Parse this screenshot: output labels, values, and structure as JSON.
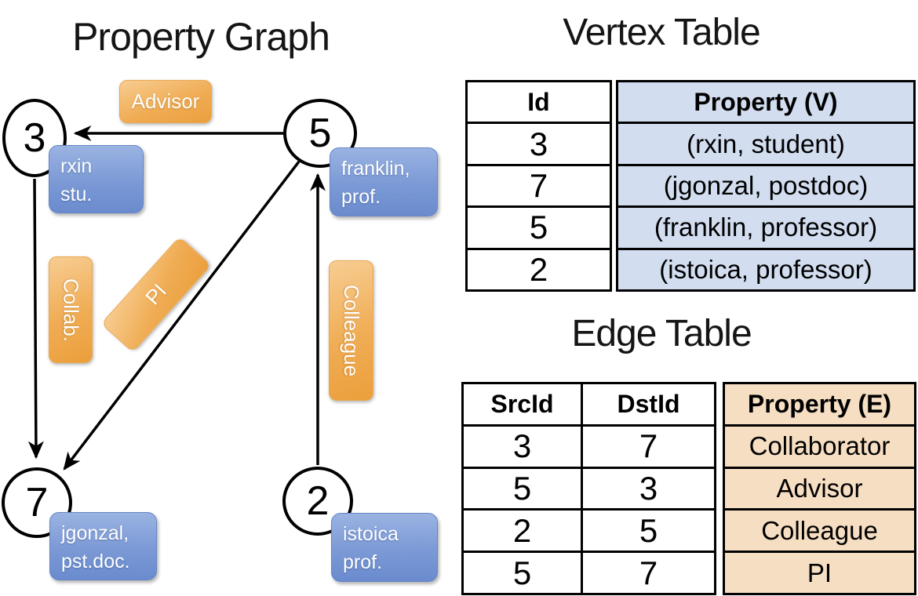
{
  "titles": {
    "graph": "Property Graph",
    "vertex_table": "Vertex Table",
    "edge_table": "Edge Table"
  },
  "graph": {
    "nodes": {
      "n3": {
        "id": "3",
        "property_lines": [
          "rxin",
          "stu."
        ]
      },
      "n5": {
        "id": "5",
        "property_lines": [
          "franklin,",
          "prof."
        ]
      },
      "n7": {
        "id": "7",
        "property_lines": [
          "jgonzal,",
          "pst.doc."
        ]
      },
      "n2": {
        "id": "2",
        "property_lines": [
          "istoica",
          "prof."
        ]
      }
    },
    "edge_labels": {
      "advisor": "Advisor",
      "collab": "Collab.",
      "pi": "PI",
      "colleague": "Colleague"
    }
  },
  "vertex_table": {
    "headers": {
      "id": "Id",
      "property": "Property (V)"
    },
    "rows": [
      {
        "id": "3",
        "property": "(rxin, student)"
      },
      {
        "id": "7",
        "property": "(jgonzal, postdoc)"
      },
      {
        "id": "5",
        "property": "(franklin, professor)"
      },
      {
        "id": "2",
        "property": "(istoica, professor)"
      }
    ]
  },
  "edge_table": {
    "headers": {
      "src": "SrcId",
      "dst": "DstId",
      "property": "Property (E)"
    },
    "rows": [
      {
        "src": "3",
        "dst": "7",
        "property": "Collaborator"
      },
      {
        "src": "5",
        "dst": "3",
        "property": "Advisor"
      },
      {
        "src": "2",
        "dst": "5",
        "property": "Colleague"
      },
      {
        "src": "5",
        "dst": "7",
        "property": "PI"
      }
    ]
  },
  "colors": {
    "line": "#000000",
    "orange_light": "#f7cd92",
    "orange_dark": "#eb9f3c",
    "blue_light": "#9ab3e2",
    "blue_dark": "#6a8bce",
    "table_blue": "#d2ddef",
    "table_tan": "#f6dec3"
  }
}
